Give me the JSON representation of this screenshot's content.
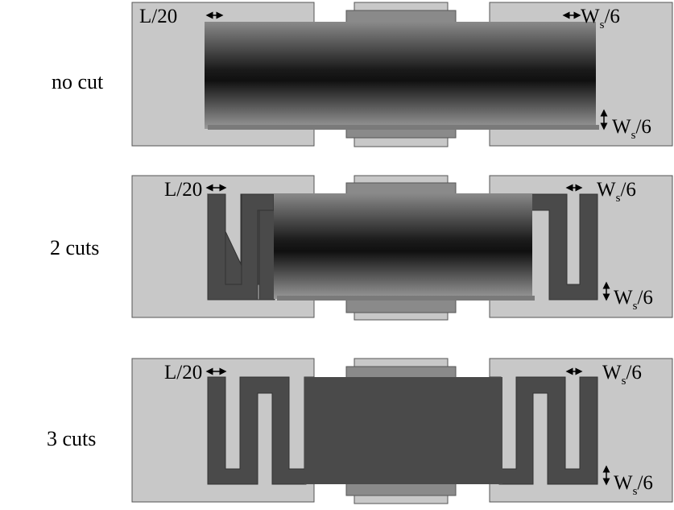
{
  "rows": [
    {
      "label": "no cut",
      "dim_left": "L/20",
      "dim_right_top": {
        "main": "W",
        "sub": "s",
        "rest": "/6"
      },
      "dim_right_bottom": {
        "main": "W",
        "sub": "s",
        "rest": "/6"
      }
    },
    {
      "label": "2 cuts",
      "dim_left": "L/20",
      "dim_right_top": {
        "main": "W",
        "sub": "s",
        "rest": "/6"
      },
      "dim_right_bottom": {
        "main": "W",
        "sub": "s",
        "rest": "/6"
      }
    },
    {
      "label": "3 cuts",
      "dim_left": "L/20",
      "dim_right_top": {
        "main": "W",
        "sub": "s",
        "rest": "/6"
      },
      "dim_right_bottom": {
        "main": "W",
        "sub": "s",
        "rest": "/6"
      }
    }
  ],
  "colors": {
    "pad": "#c8c8c8",
    "electrode": "#4a4a4a",
    "stub": "#8a8a8a",
    "outline": "#555555"
  }
}
